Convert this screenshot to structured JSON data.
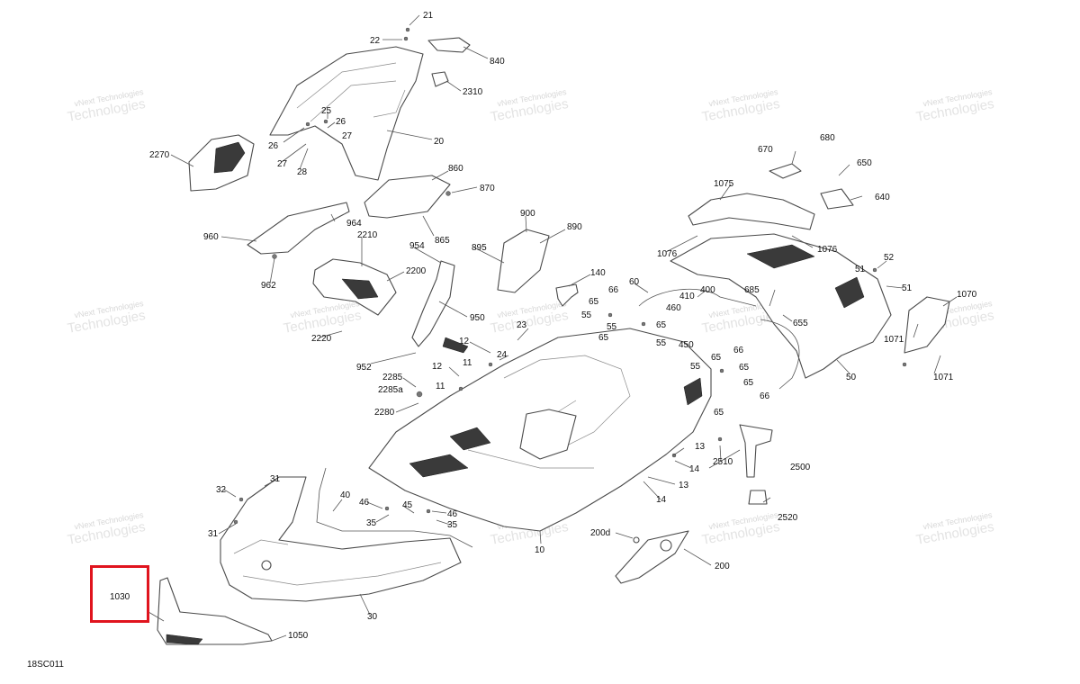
{
  "diagram_id": "18SC011",
  "watermark": {
    "line1": "vNext",
    "line2": "Technologies",
    "line3": "vNext Technologies"
  },
  "highlight": {
    "label": "1030",
    "color": "#e0141e"
  },
  "callouts": [
    "21",
    "22",
    "840",
    "2310",
    "25",
    "26",
    "26",
    "27",
    "27",
    "28",
    "20",
    "2270",
    "860",
    "870",
    "964",
    "865",
    "960",
    "2210",
    "962",
    "2200",
    "2220",
    "954",
    "950",
    "900",
    "890",
    "895",
    "140",
    "1075",
    "670",
    "680",
    "650",
    "640",
    "1076",
    "1076",
    "52",
    "51",
    "51",
    "1070",
    "1071",
    "1071",
    "60",
    "400",
    "410",
    "460",
    "450",
    "685",
    "655",
    "50",
    "65",
    "65",
    "55",
    "66",
    "55",
    "65",
    "55",
    "23",
    "24",
    "12",
    "11",
    "12",
    "11",
    "2285",
    "2285a",
    "2280",
    "952",
    "66",
    "65",
    "55",
    "65",
    "65",
    "66",
    "65",
    "2510",
    "2500",
    "13",
    "14",
    "13",
    "14",
    "2520",
    "10",
    "200d",
    "200",
    "31",
    "32",
    "31",
    "40",
    "46",
    "45",
    "46",
    "35",
    "35",
    "30",
    "1050"
  ]
}
